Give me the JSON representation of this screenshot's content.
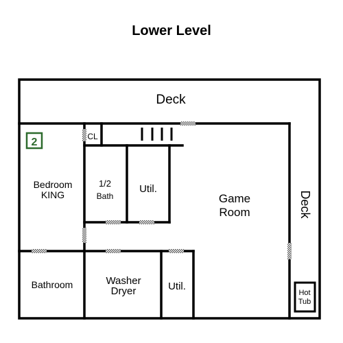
{
  "title": "Lower Level",
  "badge": {
    "text": "2",
    "color": "#2e6b2e"
  },
  "rooms": {
    "deck_top": "Deck",
    "deck_side": "Deck",
    "closet": "CL",
    "bedroom_line1": "Bedroom",
    "bedroom_line2": "KING",
    "half_bath_line1": "1/2",
    "half_bath_line2": "Bath",
    "util_upper": "Util.",
    "game_line1": "Game",
    "game_line2": "Room",
    "bathroom": "Bathroom",
    "washer_line1": "Washer",
    "washer_line2": "Dryer",
    "util_lower": "Util.",
    "hot_tub_line1": "Hot",
    "hot_tub_line2": "Tub"
  },
  "colors": {
    "wall": "#000000",
    "background": "#ffffff"
  }
}
